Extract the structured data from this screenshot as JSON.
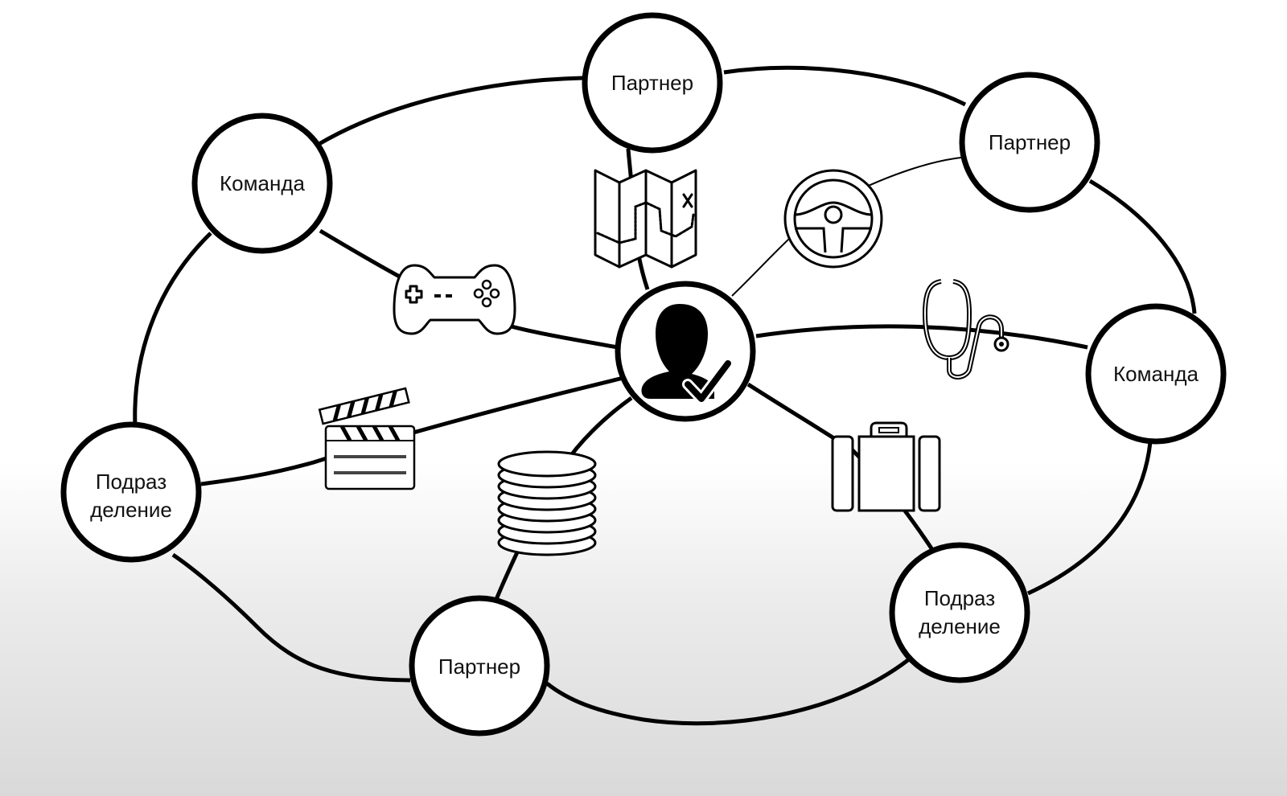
{
  "diagram": {
    "center": {
      "icon": "verified-user-icon",
      "label": ""
    },
    "nodes": [
      {
        "id": "partner-top",
        "lines": [
          "Партнер"
        ]
      },
      {
        "id": "partner-top-right",
        "lines": [
          "Партнер"
        ]
      },
      {
        "id": "team-left",
        "lines": [
          "Команда"
        ]
      },
      {
        "id": "team-right",
        "lines": [
          "Команда"
        ]
      },
      {
        "id": "division-left",
        "lines": [
          "Подраз",
          "деление"
        ]
      },
      {
        "id": "division-right",
        "lines": [
          "Подраз",
          "деление"
        ]
      },
      {
        "id": "partner-bottom",
        "lines": [
          "Партнер"
        ]
      }
    ],
    "icons": [
      {
        "id": "map",
        "semantic": "map-icon",
        "connects": "partner-top"
      },
      {
        "id": "steering-wheel",
        "semantic": "steering-wheel-icon",
        "connects": "partner-top-right"
      },
      {
        "id": "gamepad",
        "semantic": "gamepad-icon",
        "connects": "team-left"
      },
      {
        "id": "stethoscope",
        "semantic": "stethoscope-icon",
        "connects": "team-right"
      },
      {
        "id": "clapperboard",
        "semantic": "clapperboard-icon",
        "connects": "division-left"
      },
      {
        "id": "suitcase",
        "semantic": "suitcase-icon",
        "connects": "division-right"
      },
      {
        "id": "database",
        "semantic": "database-icon",
        "connects": "partner-bottom"
      }
    ],
    "colors": {
      "stroke": "#000000",
      "fill": "#ffffff",
      "text": "#111111"
    }
  }
}
